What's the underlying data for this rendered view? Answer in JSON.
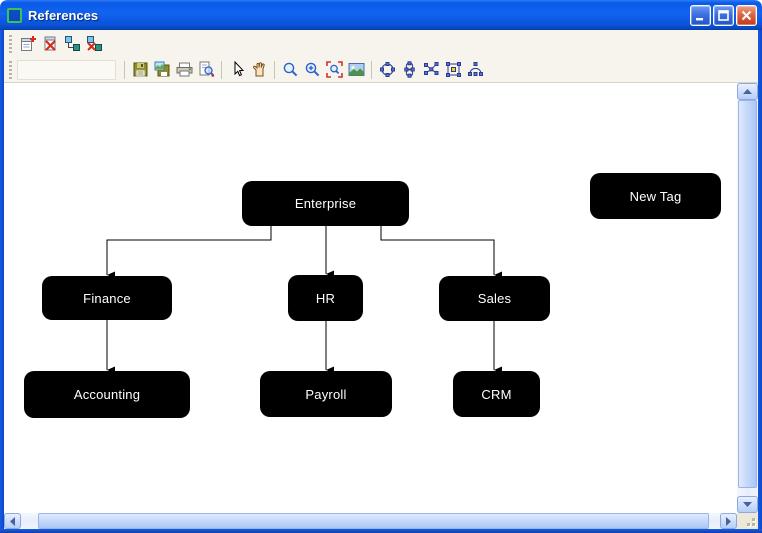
{
  "window": {
    "title": "References",
    "controls": {
      "minimize": "minimize",
      "maximize": "maximize",
      "close": "close"
    }
  },
  "toolbars": {
    "row1_icons": [
      "new-item",
      "delete-item",
      "add-link",
      "remove-link"
    ],
    "row2_icons": [
      "save",
      "export-image",
      "print",
      "print-preview",
      "select",
      "pan",
      "zoom",
      "zoom-in",
      "zoom-area",
      "overview",
      "circular-layout",
      "symmetric-layout",
      "force-layout",
      "orthogonal-layout",
      "tree-layout"
    ]
  },
  "diagram": {
    "nodes": [
      {
        "label": "Enterprise"
      },
      {
        "label": "New Tag"
      },
      {
        "label": "Finance"
      },
      {
        "label": "HR"
      },
      {
        "label": "Sales"
      },
      {
        "label": "Accounting"
      },
      {
        "label": "Payroll"
      },
      {
        "label": "CRM"
      }
    ],
    "edges": [
      {
        "from": "Enterprise",
        "to": "Finance"
      },
      {
        "from": "Enterprise",
        "to": "HR"
      },
      {
        "from": "Enterprise",
        "to": "Sales"
      },
      {
        "from": "Finance",
        "to": "Accounting"
      },
      {
        "from": "HR",
        "to": "Payroll"
      },
      {
        "from": "Sales",
        "to": "CRM"
      }
    ]
  },
  "colors": {
    "titlebar_blue": "#0A5AE8",
    "frame_blue": "#0B48C8",
    "close_red": "#C03A1C",
    "toolbar_cream": "#F6F4EC",
    "node_fill": "#000000",
    "node_text": "#FFFFFF",
    "canvas": "#FFFFFF",
    "scrollbar_blue": "#B6CEF8"
  }
}
